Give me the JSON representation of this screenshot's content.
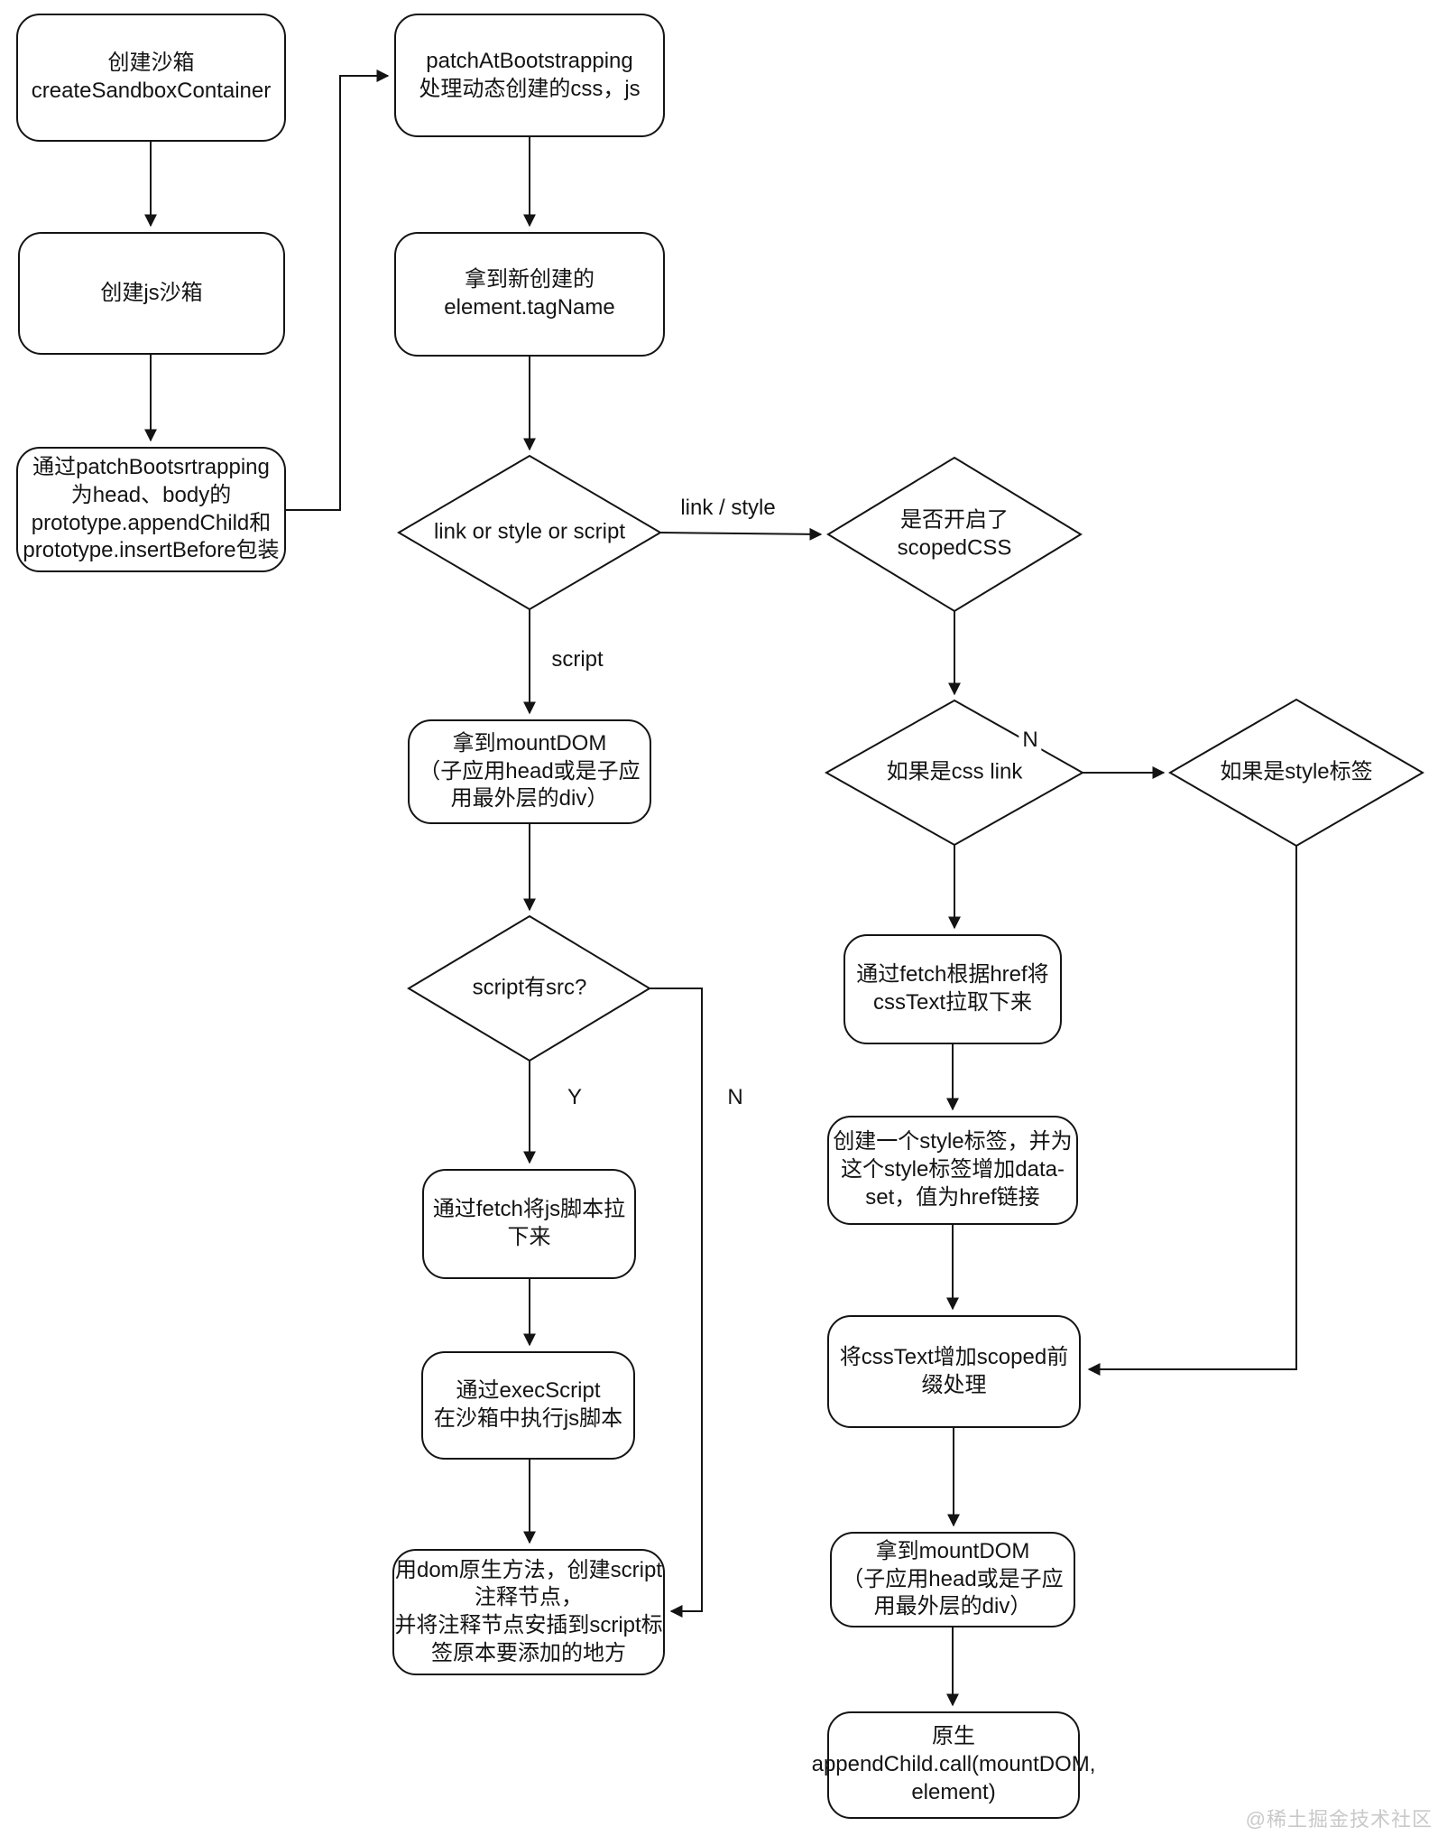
{
  "colors": {
    "line": "#141414",
    "node_fill": "#ffffff",
    "node_border": "#141414",
    "watermark_text": "#c9c9c9"
  },
  "watermark": "@稀土掘金技术社区",
  "nodes": {
    "create_sandbox": "创建沙箱\ncreateSandboxContainer",
    "create_js_sandbox": "创建js沙箱",
    "patch_bootstrapping_wrap": "通过patchBootsrtrapping\n为head、body的\nprototype.appendChild和\nprototype.insertBefore包装",
    "patch_at_bootstrapping": "patchAtBootstrapping\n处理动态创建的css，js",
    "get_tag_name": "拿到新创建的\nelement.tagName",
    "get_mount_dom_left": "拿到mountDOM\n（子应用head或是子应\n用最外层的div）",
    "fetch_js": "通过fetch将js脚本拉\n下来",
    "exec_script": "通过execScript\n在沙箱中执行js脚本",
    "create_comment_node": "用dom原生方法，创建script\n注释节点，\n并将注释节点安插到script标\n签原本要添加的地方",
    "fetch_css_text": "通过fetch根据href将\ncssText拉取下来",
    "create_style_tag": "创建一个style标签，并为\n这个style标签增加data-\nset，值为href链接",
    "add_scoped_prefix": "将cssText增加scoped前\n缀处理",
    "get_mount_dom_right": "拿到mountDOM\n（子应用head或是子应\n用最外层的div）",
    "native_append_child": "原生\nappendChild.call(mountDOM,\nelement)"
  },
  "decisions": {
    "tag_type": "link or style or script",
    "scoped_css": "是否开启了\nscopedCSS",
    "script_src": "script有src?",
    "css_link": "如果是css link",
    "style_tag": "如果是style标签"
  },
  "edge_labels": {
    "link_style": "link / style",
    "script": "script",
    "yes": "Y",
    "no_script_src": "N",
    "no_css_link": "N"
  }
}
